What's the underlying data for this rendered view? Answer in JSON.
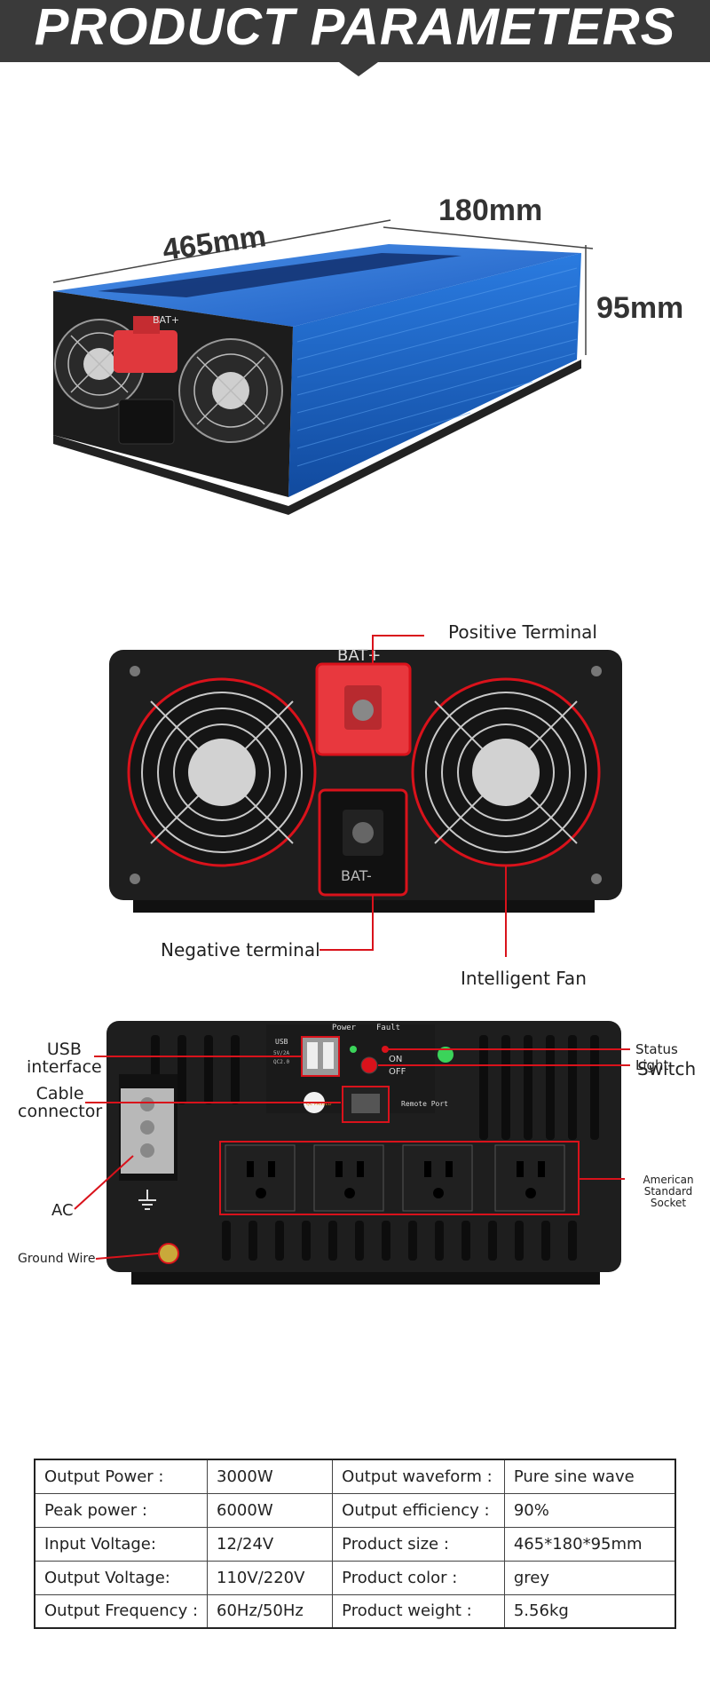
{
  "header": {
    "title": "PRODUCT PARAMETERS"
  },
  "dimensions": {
    "length": "465mm",
    "width": "180mm",
    "height": "95mm"
  },
  "front_panel": {
    "positive_terminal": "Positive Terminal",
    "negative_terminal": "Negative terminal",
    "intelligent_fan": "Intelligent Fan",
    "bat_plus": "BAT+",
    "bat_minus": "BAT-"
  },
  "rear_panel": {
    "usb_interface": "USB\ninterface",
    "cable_connector": "Cable\nconnector",
    "ac": "AC",
    "ground_wire": "Ground Wire",
    "status_light": "Status Light",
    "switch": "Switch",
    "american_socket": "American\nStandard Socket",
    "panel_power": "Power",
    "panel_fault": "Fault",
    "panel_usb": "USB",
    "panel_usb_spec": "5V/2A",
    "panel_qc": "QC2.0",
    "panel_on": "ON",
    "panel_off": "OFF",
    "panel_remote": "Remote Port",
    "panel_qc_badge": "QC PASSED"
  },
  "specs": [
    {
      "label1": "Output Power :",
      "value1": "3000W",
      "label2": "Output waveform :",
      "value2": "Pure sine wave"
    },
    {
      "label1": "Peak power :",
      "value1": "6000W",
      "label2": "Output efficiency :",
      "value2": "90%"
    },
    {
      "label1": "Input Voltage:",
      "value1": "12/24V",
      "label2": "Product size :",
      "value2": "465*180*95mm"
    },
    {
      "label1": "Output Voltage:",
      "value1": "110V/220V",
      "label2": "Product color :",
      "value2": "grey"
    },
    {
      "label1": "Output Frequency :",
      "value1": "60Hz/50Hz",
      "label2": "Product weight  :",
      "value2": "5.56kg"
    }
  ],
  "colors": {
    "header_bg": "#3a3a3a",
    "inverter_blue": "#1f6fd6",
    "callout_red": "#d9121b"
  }
}
